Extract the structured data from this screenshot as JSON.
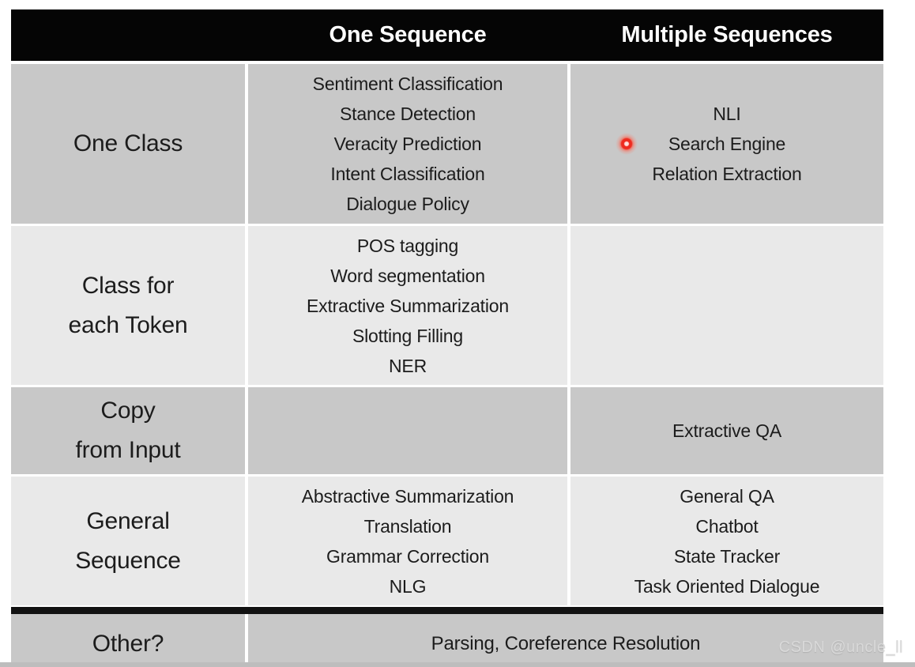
{
  "header": {
    "corner": "",
    "one_sequence": "One Sequence",
    "multiple_sequences": "Multiple Sequences"
  },
  "rows": {
    "one_class": {
      "label": "One Class",
      "one_sequence": [
        "Sentiment Classification",
        "Stance Detection",
        "Veracity Prediction",
        "Intent Classification",
        "Dialogue Policy"
      ],
      "multiple_sequences": [
        "NLI",
        "Search Engine",
        "Relation Extraction"
      ]
    },
    "class_for_each_token": {
      "label_lines": [
        "Class for",
        "each Token"
      ],
      "one_sequence": [
        "POS tagging",
        "Word segmentation",
        "Extractive Summarization",
        "Slotting Filling",
        "NER"
      ],
      "multiple_sequences": []
    },
    "copy_from_input": {
      "label_lines": [
        "Copy",
        "from Input"
      ],
      "one_sequence": [],
      "multiple_sequences": [
        "Extractive QA"
      ]
    },
    "general_sequence": {
      "label_lines": [
        "General",
        "Sequence"
      ],
      "one_sequence": [
        "Abstractive Summarization",
        "Translation",
        "Grammar Correction",
        "NLG"
      ],
      "multiple_sequences": [
        "General QA",
        "Chatbot",
        "State Tracker",
        "Task Oriented Dialogue"
      ]
    },
    "other": {
      "label": "Other?",
      "merged_value": "Parsing, Coreference Resolution"
    }
  },
  "icons": {
    "laser_dot": "red-laser-pointer-dot"
  },
  "watermark": "CSDN @uncle_ll",
  "colors": {
    "header_bg": "#050505",
    "header_text": "#ffffff",
    "row_dark": "#c8c8c8",
    "row_light": "#e9e9e9",
    "thick_divider": "#121212",
    "body_text": "#1c1c1c",
    "laser_red": "#ee2b1f",
    "watermark_text": "#d9d9d9",
    "bottom_strip": "#bdbdbd"
  },
  "chart_data": {
    "type": "table",
    "columns": [
      "",
      "One Sequence",
      "Multiple Sequences"
    ],
    "rows": [
      [
        "One Class",
        "Sentiment Classification; Stance Detection; Veracity Prediction; Intent Classification; Dialogue Policy",
        "NLI; Search Engine; Relation Extraction"
      ],
      [
        "Class for each Token",
        "POS tagging; Word segmentation; Extractive Summarization; Slotting Filling; NER",
        ""
      ],
      [
        "Copy from Input",
        "",
        "Extractive QA"
      ],
      [
        "General Sequence",
        "Abstractive Summarization; Translation; Grammar Correction; NLG",
        "General QA; Chatbot; State Tracker; Task Oriented Dialogue"
      ],
      [
        "Other?",
        "Parsing, Coreference Resolution",
        "Parsing, Coreference Resolution"
      ]
    ]
  }
}
